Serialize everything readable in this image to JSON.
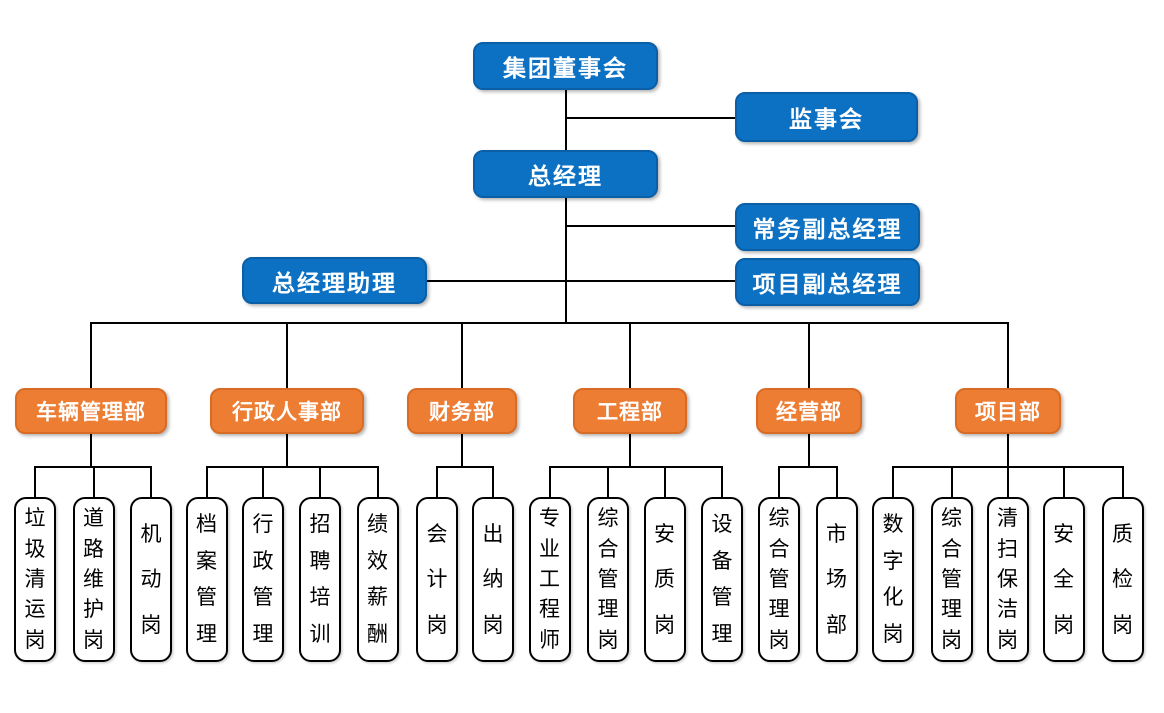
{
  "org": {
    "board": {
      "label": "集团董事会"
    },
    "supervisory_board": {
      "label": "监事会"
    },
    "general_manager": {
      "label": "总经理"
    },
    "executive_deputy_gm": {
      "label": "常务副总经理"
    },
    "gm_assistant": {
      "label": "总经理助理"
    },
    "project_deputy_gm": {
      "label": "项目副总经理"
    },
    "departments": [
      {
        "label": "车辆管理部",
        "positions": [
          "垃圾清运岗",
          "道路维护岗",
          "机动岗"
        ]
      },
      {
        "label": "行政人事部",
        "positions": [
          "档案管理",
          "行政管理",
          "招聘培训",
          "绩效薪酬"
        ]
      },
      {
        "label": "财务部",
        "positions": [
          "会计岗",
          "出纳岗"
        ]
      },
      {
        "label": "工程部",
        "positions": [
          "专业工程师",
          "综合管理岗",
          "安质岗",
          "设备管理"
        ]
      },
      {
        "label": "经营部",
        "positions": [
          "综合管理岗",
          "市场部"
        ]
      },
      {
        "label": "项目部",
        "positions": [
          "数字化岗",
          "综合管理岗",
          "清扫保洁岗",
          "安全岗",
          "质检岗"
        ]
      }
    ]
  },
  "colors": {
    "executive_box_fill": "#0C71C3",
    "executive_box_border": "#0A5FA6",
    "department_box_fill": "#EC7D33",
    "department_box_border": "#D96C24",
    "position_box_fill": "#FFFFFF",
    "position_box_border": "#000000",
    "connector": "#000000",
    "text_on_fill": "#FFFFFF",
    "position_text": "#000000"
  }
}
